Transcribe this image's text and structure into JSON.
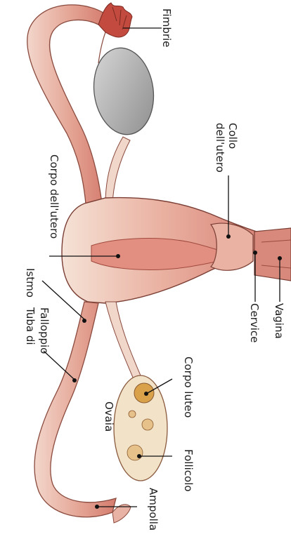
{
  "labels": {
    "fimbrie": "Fimbrie",
    "collo_line1": "Collo",
    "collo_line2": "dell'utero",
    "corpo_utero": "Corpo dell'utero",
    "istmo": "Istmo",
    "tuba_line1": "Tuba di",
    "tuba_line2": "Falloppio",
    "ovaia": "Ovaia",
    "corpo_luteo": "Corpo luteo",
    "follicolo": "Follicolo",
    "ampolla": "Ampolla",
    "cervice": "Cervice",
    "vagina": "Vagina"
  },
  "colors": {
    "tissue_light": "#f4ddd2",
    "tissue_mid": "#e6a596",
    "tissue_dark": "#c9655a",
    "outline": "#6b3b32",
    "ovary": "#f1e2c8",
    "follicle": "#d9a24a",
    "grey_ovary": "#bdbdbd"
  }
}
